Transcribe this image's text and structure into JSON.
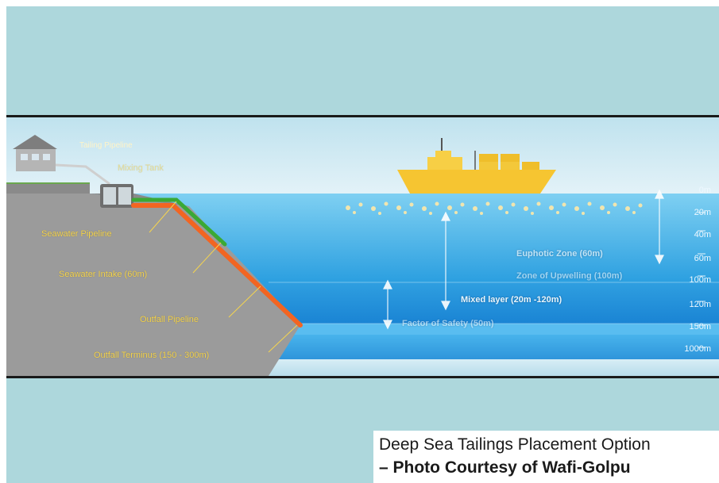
{
  "diagram": {
    "labels": {
      "tailing_pipeline": "Tailing Pipeline",
      "mixing_tank": "Mixing Tank",
      "seawater_pipeline": "Seawater Pipeline",
      "seawater_intake": "Seawater Intake (60m)",
      "outfall_pipeline": "Outfall Pipeline",
      "outfall_terminus": "Outfall Terminus (150 - 300m)",
      "euphotic_zone": "Euphotic Zone (60m)",
      "zone_of_upwelling": "Zone of Upwelling (100m)",
      "mixed_layer": "Mixed layer (20m -120m)",
      "factor_of_safety": "Factor of Safety (50m)"
    },
    "depths": [
      "0m",
      "20m",
      "40m",
      "60m",
      "100m",
      "120m",
      "150m",
      "1000m"
    ],
    "colors": {
      "background": "#add7dc",
      "sky": "#cfe8f1",
      "sea_surface": "#5fbde8",
      "deep_sea": "#1d7fce",
      "land": "#9a9a9a",
      "outfall_pipe": "#f26522",
      "seawater_pipe": "#3aa935",
      "ship": "#f6c531"
    }
  },
  "caption": {
    "line1": "Deep Sea Tailings Placement Option",
    "line2": "– Photo Courtesy of Wafi-Golpu"
  }
}
